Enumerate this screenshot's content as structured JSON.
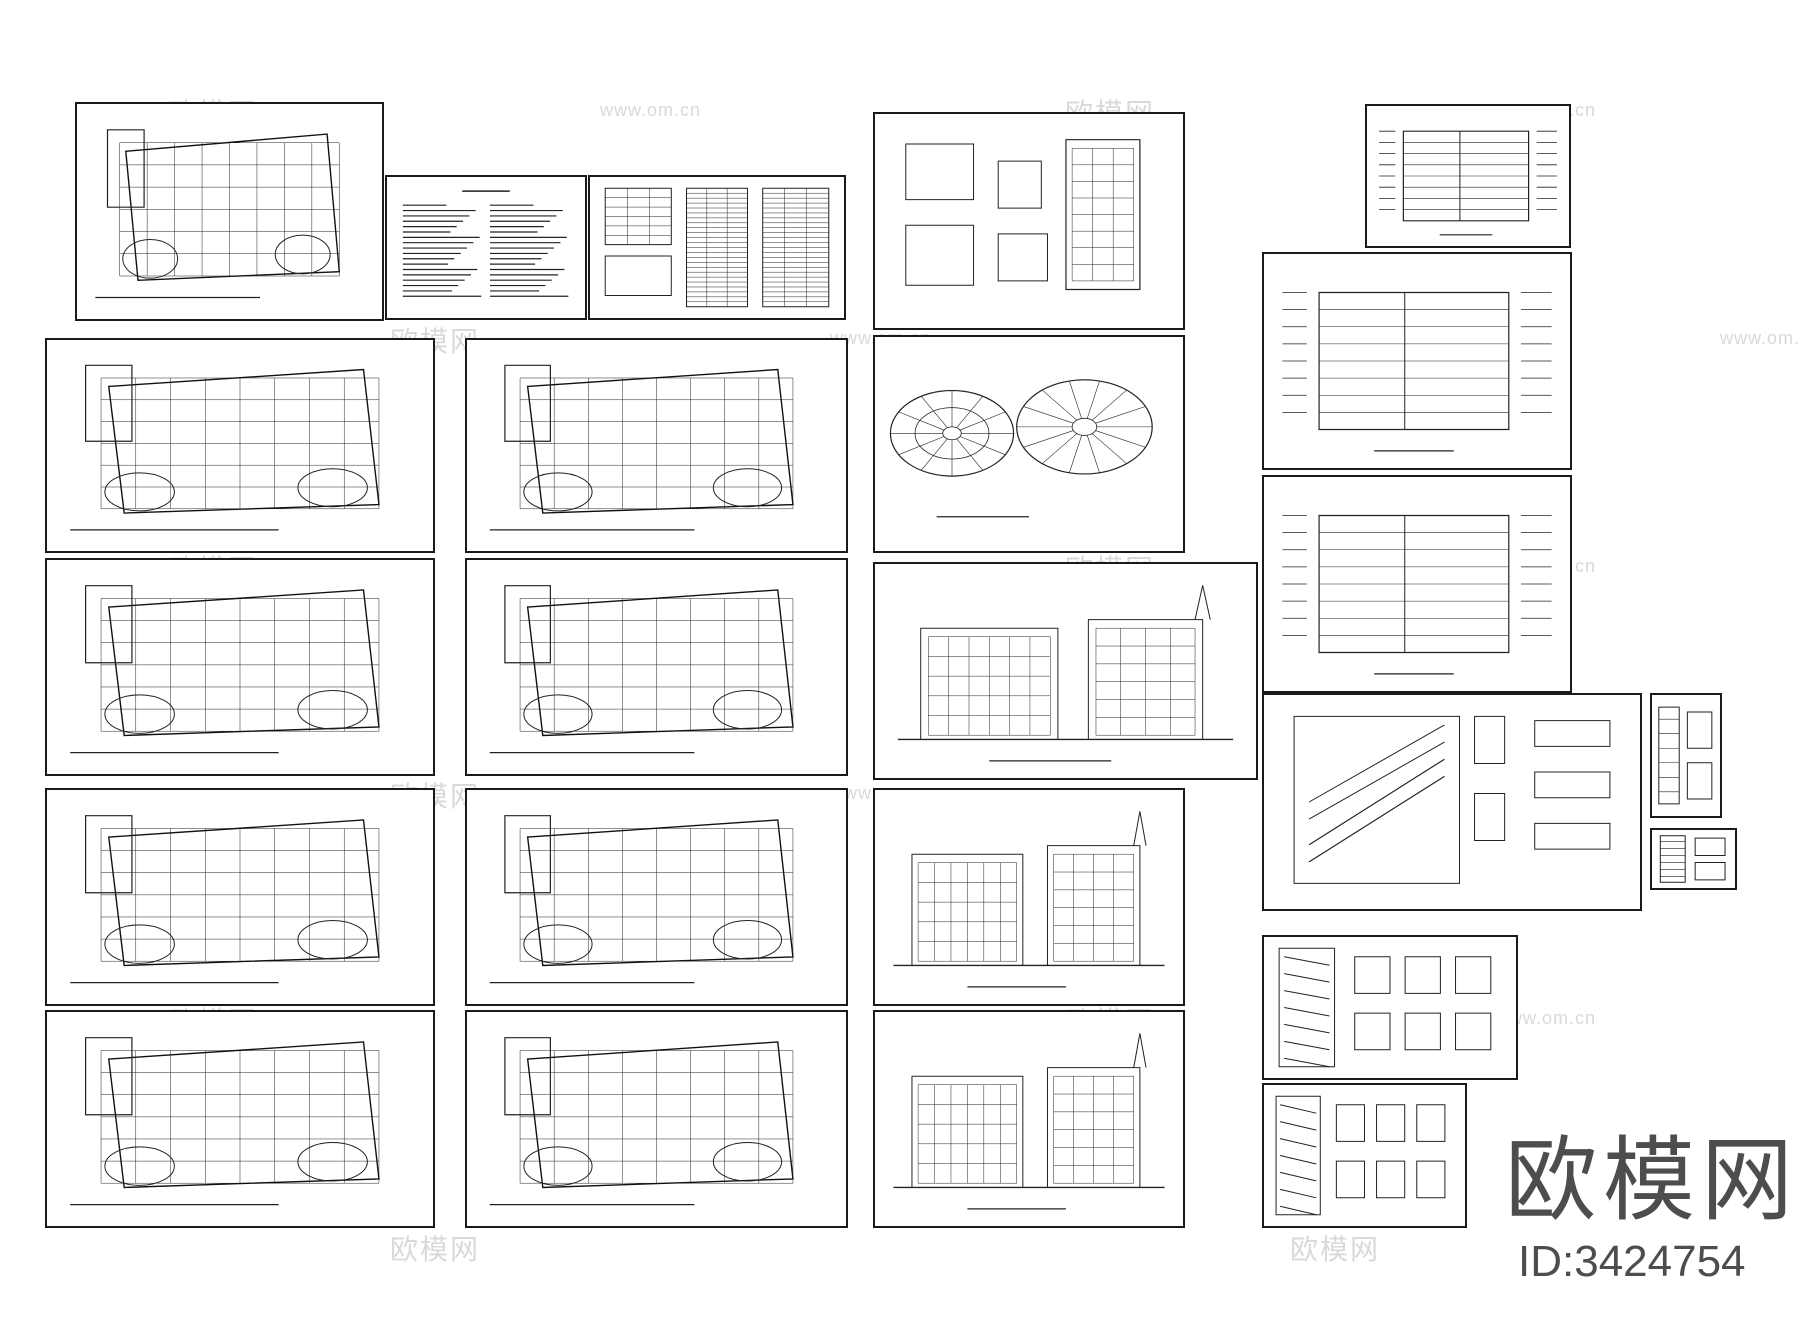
{
  "brand": {
    "name": "欧模网",
    "id_label": "ID:3424754"
  },
  "watermarks": {
    "logo_text": "欧模网",
    "url_text": "www.om.cn"
  },
  "sheets": [
    {
      "id": "floorplan-b1",
      "kind": "floorplan"
    },
    {
      "id": "design-notes",
      "kind": "notes"
    },
    {
      "id": "schedule-tables",
      "kind": "tables"
    },
    {
      "id": "floorplan-1",
      "kind": "floorplan"
    },
    {
      "id": "floorplan-2",
      "kind": "floorplan"
    },
    {
      "id": "floorplan-3",
      "kind": "floorplan"
    },
    {
      "id": "floorplan-4",
      "kind": "floorplan"
    },
    {
      "id": "floorplan-5",
      "kind": "floorplan"
    },
    {
      "id": "floorplan-6",
      "kind": "floorplan"
    },
    {
      "id": "floorplan-7",
      "kind": "floorplan"
    },
    {
      "id": "roof-plan",
      "kind": "floorplan"
    },
    {
      "id": "detail-sheet",
      "kind": "detail"
    },
    {
      "id": "spiral-stair",
      "kind": "stair"
    },
    {
      "id": "elevation-1",
      "kind": "elevation"
    },
    {
      "id": "elevation-2",
      "kind": "elevation"
    },
    {
      "id": "elevation-3",
      "kind": "elevation"
    },
    {
      "id": "section-1",
      "kind": "section"
    },
    {
      "id": "section-2",
      "kind": "section"
    },
    {
      "id": "section-3",
      "kind": "section"
    },
    {
      "id": "escalator-detail",
      "kind": "escalator"
    },
    {
      "id": "small-detail-1",
      "kind": "small"
    },
    {
      "id": "small-detail-2",
      "kind": "small"
    },
    {
      "id": "stair-detail-1",
      "kind": "stairdetail"
    },
    {
      "id": "stair-detail-2",
      "kind": "stairdetail"
    }
  ]
}
